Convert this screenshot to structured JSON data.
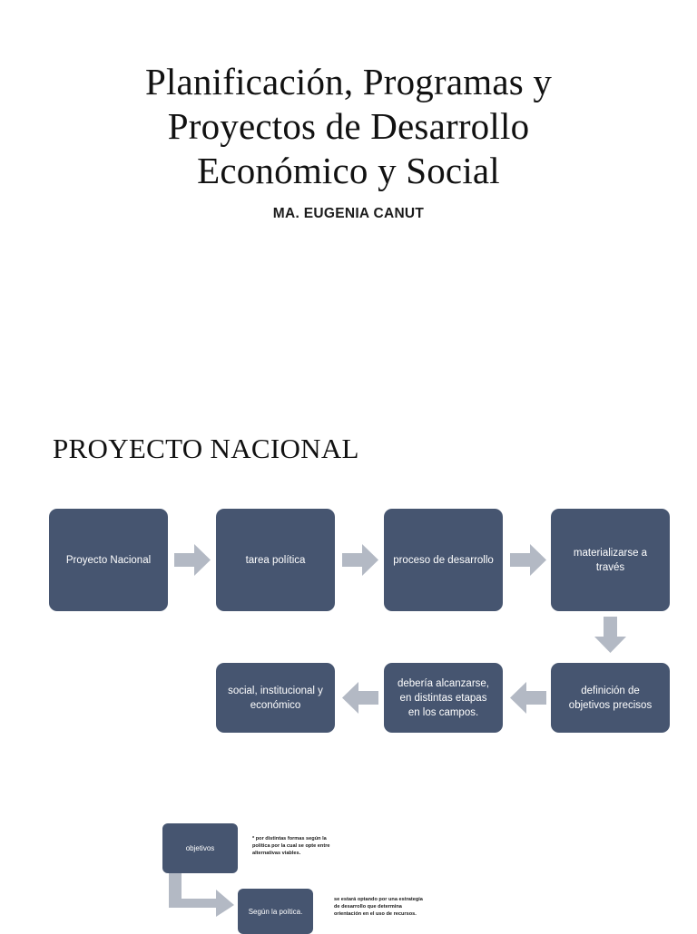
{
  "slide": {
    "title": "Planificación, Programas y Proyectos de Desarrollo Económico y Social",
    "author": "MA. EUGENIA CANUT",
    "section_heading": "PROYECTO NACIONAL"
  },
  "colors": {
    "node_fill": "#465570",
    "node_text": "#ffffff",
    "arrow_fill": "#b3b9c4",
    "page_bg": "#ffffff"
  },
  "flow": {
    "row1": [
      {
        "id": "proyecto-nacional",
        "label": "Proyecto Nacional"
      },
      {
        "id": "tarea-politica",
        "label": "tarea  política"
      },
      {
        "id": "proceso-desarrollo",
        "label": "proceso de desarrollo"
      },
      {
        "id": "materializarse",
        "label": "materializarse a través"
      }
    ],
    "row2": [
      {
        "id": "social-institucional",
        "label": "social, institucional y económico"
      },
      {
        "id": "deberia-alcanzarse",
        "label": "debería alcanzarse, en distintas etapas en los campos."
      },
      {
        "id": "definicion-objetivos",
        "label": "definición de objetivos precisos"
      }
    ],
    "arrows": [
      {
        "id": "arrow-1",
        "direction": "right"
      },
      {
        "id": "arrow-2",
        "direction": "right"
      },
      {
        "id": "arrow-3",
        "direction": "right"
      },
      {
        "id": "arrow-4",
        "direction": "down"
      },
      {
        "id": "arrow-5",
        "direction": "left"
      },
      {
        "id": "arrow-6",
        "direction": "left"
      }
    ]
  },
  "bottom": {
    "nodes": [
      {
        "id": "objetivos",
        "label": "objetivos"
      },
      {
        "id": "segun-politica",
        "label": "Según  la poítica."
      }
    ],
    "notes": [
      {
        "id": "note-formas",
        "text": "* por distintas formas según la política por la cual se opte entre alternativas viables."
      },
      {
        "id": "note-estrategia",
        "text": "se estará optando por una estrategia de desarrollo  que determina orientación en el uso de recursos."
      }
    ],
    "arrows": [
      {
        "id": "arrow-bottom-elbow",
        "direction": "down-right"
      }
    ]
  }
}
